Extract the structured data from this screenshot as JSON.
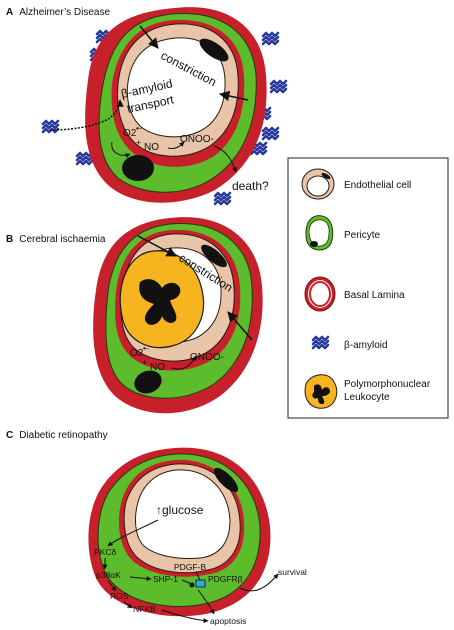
{
  "panels": {
    "a": {
      "letter": "A",
      "title": "Alzheimer’s Disease"
    },
    "b": {
      "letter": "B",
      "title": "Cerebral ischaemia"
    },
    "c": {
      "letter": "C",
      "title": "Diabetic retinopathy"
    }
  },
  "labels": {
    "a_constriction": "constriction",
    "a_beta_amyloid_1": "β-amyloid",
    "a_beta_amyloid_2": "transport",
    "a_o2": "O2",
    "a_plus": "+",
    "a_no": "NO",
    "a_onoo": "ONOO-",
    "a_death": "death?",
    "b_constriction": "constriction",
    "b_o2": "O2",
    "b_plus": "+",
    "b_no": "NO",
    "b_onoo": "ONOO-",
    "c_glucose": "↑glucose",
    "c_pkc": "PKCδ",
    "c_p38": "p38αK",
    "c_ros": "ROS",
    "c_nfkb": "NFKB",
    "c_shp1": "SHP-1",
    "c_pdgfb": "PDGF-B",
    "c_pdgfrb": "PDGFRβ",
    "c_survival": "survival",
    "c_apoptosis": "apoptosis"
  },
  "legend": {
    "items": [
      {
        "label": "Endothelial cell",
        "icon": "endothelial-cell-icon"
      },
      {
        "label": "Pericyte",
        "icon": "pericyte-icon"
      },
      {
        "label": "Basal Lamina",
        "icon": "basal-lamina-icon"
      },
      {
        "label": "β-amyloid",
        "icon": "beta-amyloid-icon"
      },
      {
        "label": "Polymorphonuclear",
        "icon": "leukocyte-icon"
      },
      {
        "label": "Leukocyte",
        "icon": ""
      }
    ]
  },
  "colors": {
    "red": "#c8202a",
    "green": "#5cbc2c",
    "tan": "#e8c4a8",
    "yellow": "#f6b51e",
    "amyloid": "#2a3a9c",
    "receptor": "#2ba9e0",
    "black": "#111111"
  }
}
